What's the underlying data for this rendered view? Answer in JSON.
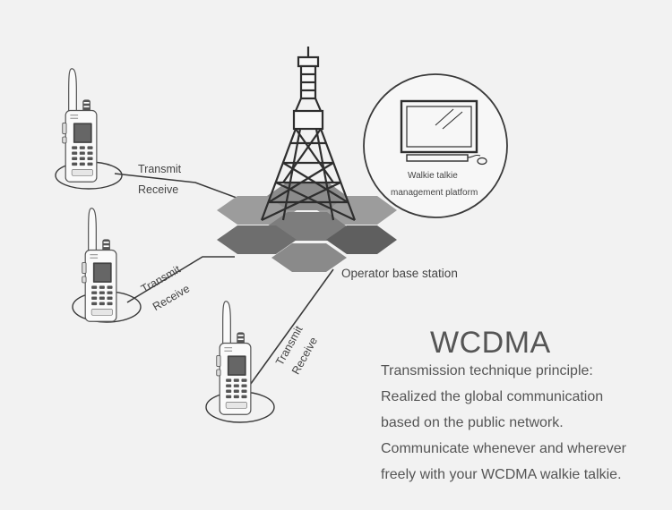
{
  "links": {
    "top": {
      "transmit": "Transmit",
      "receive": "Receive"
    },
    "middle": {
      "transmit": "Transmit",
      "receive": "Receive"
    },
    "bottom": {
      "transmit": "Transmit",
      "receive": "Receive"
    }
  },
  "base_station_label": "Operator base station",
  "platform": {
    "line1": "Walkie talkie",
    "line2": "management platform"
  },
  "title": "WCDMA",
  "description": [
    "Transmission technique principle:",
    "Realized the global communication",
    "based on the public network.",
    "Communicate whenever and wherever",
    "freely with your WCDMA walkie talkie."
  ],
  "colors": {
    "background": "#f2f2f2",
    "hex_light": "#9c9c9c",
    "hex_mid": "#7d7d7d",
    "hex_dark": "#5f5f5f",
    "line": "#3a3a3a"
  }
}
